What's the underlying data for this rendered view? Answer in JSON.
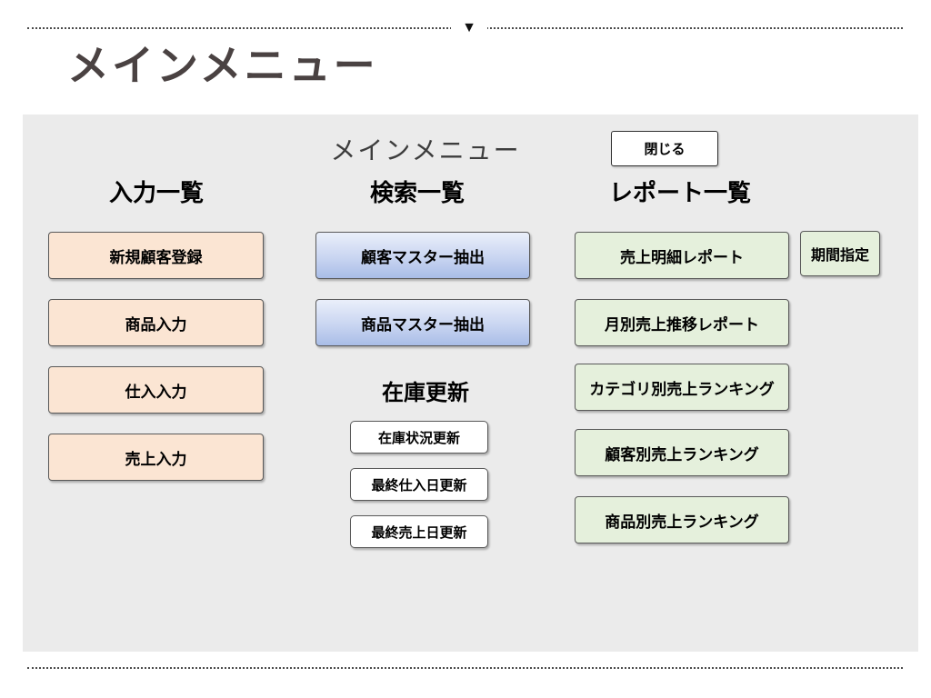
{
  "page": {
    "title": "メインメニュー"
  },
  "marker": {
    "glyph": "▼"
  },
  "panel": {
    "heading": "メインメニュー",
    "close_button": "閉じる",
    "columns": [
      {
        "header": "入力一覧",
        "buttons": [
          "新規顧客登録",
          "商品入力",
          "仕入入力",
          "売上入力"
        ]
      },
      {
        "header": "検索一覧",
        "buttons": [
          "顧客マスター抽出",
          "商品マスター抽出"
        ],
        "subsection": {
          "heading": "在庫更新",
          "buttons": [
            "在庫状況更新",
            "最終仕入日更新",
            "最終売上日更新"
          ]
        }
      },
      {
        "header": "レポート一覧",
        "buttons": [
          "売上明細レポート",
          "月別売上推移レポート",
          "カテゴリ別売上ランキング",
          "顧客別売上ランキング",
          "商品別売上ランキング"
        ],
        "side_button": "期間指定"
      }
    ]
  },
  "colors": {
    "panel_background": "#ebebeb",
    "input_button": "#fbe5d3",
    "search_button_top": "#eaeffa",
    "search_button_bottom": "#a9bde7",
    "report_button": "#e5f0dc",
    "utility_button": "#ffffff",
    "title_text": "#4a4242",
    "divider": "#4a4a4a"
  }
}
